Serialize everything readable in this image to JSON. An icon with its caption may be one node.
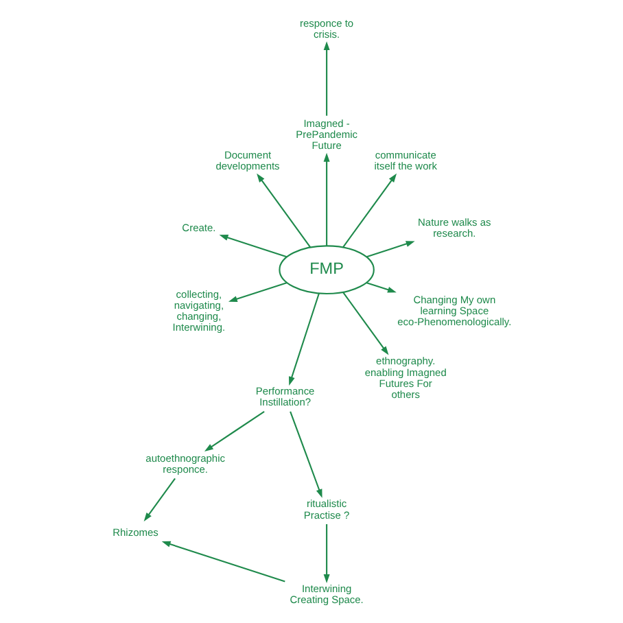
{
  "diagram": {
    "nodes": [
      {
        "text": [
          "responce to crisis."
        ]
      },
      {
        "text": [
          "Imagned - PrePandemic Future"
        ]
      },
      {
        "text": [
          "communicate itself the work"
        ]
      },
      {
        "text": [
          "Document developments"
        ]
      },
      {
        "text": [
          "Nature walks as research."
        ]
      },
      {
        "text": [
          "FMP"
        ]
      },
      {
        "text": [
          "Create."
        ]
      },
      {
        "text": [
          "Changing My own learning Space eco-Phenomenologically."
        ]
      },
      {
        "text": [
          "collecting, navigating, changing, Interwining."
        ]
      },
      {
        "text": [
          "ethnography.",
          "enabling Imagned Futures For others"
        ]
      },
      {
        "text": [
          "Performance Instillation?"
        ]
      },
      {
        "text": [
          "autoethnographic responce."
        ]
      },
      {
        "text": [
          "ritualistic Practise ?"
        ]
      },
      {
        "text": [
          "Interwining Creating Space."
        ]
      },
      {
        "text": [
          "Rhizomes"
        ]
      }
    ],
    "edges": [
      {
        "from": 5,
        "to": 1,
        "arrow": "to"
      },
      {
        "from": 5,
        "to": 2,
        "arrow": "to"
      },
      {
        "from": 5,
        "to": 4,
        "arrow": "to"
      },
      {
        "from": 5,
        "to": 7,
        "arrow": "to"
      },
      {
        "from": 5,
        "to": 9,
        "arrow": "to"
      },
      {
        "from": 5,
        "to": 10,
        "arrow": "to"
      },
      {
        "from": 5,
        "to": 8,
        "arrow": "to"
      },
      {
        "from": 5,
        "to": 6,
        "arrow": "to"
      },
      {
        "from": 5,
        "to": 3,
        "arrow": "to"
      },
      {
        "from": 1,
        "to": 0,
        "arrow": "to"
      },
      {
        "from": 10,
        "to": 11,
        "arrow": "to"
      },
      {
        "from": 10,
        "to": 12,
        "arrow": "to"
      },
      {
        "from": 11,
        "to": 14,
        "arrow": "to"
      },
      {
        "from": 12,
        "to": 13,
        "arrow": "to"
      },
      {
        "from": 13,
        "to": 14,
        "arrow": "to"
      }
    ]
  }
}
